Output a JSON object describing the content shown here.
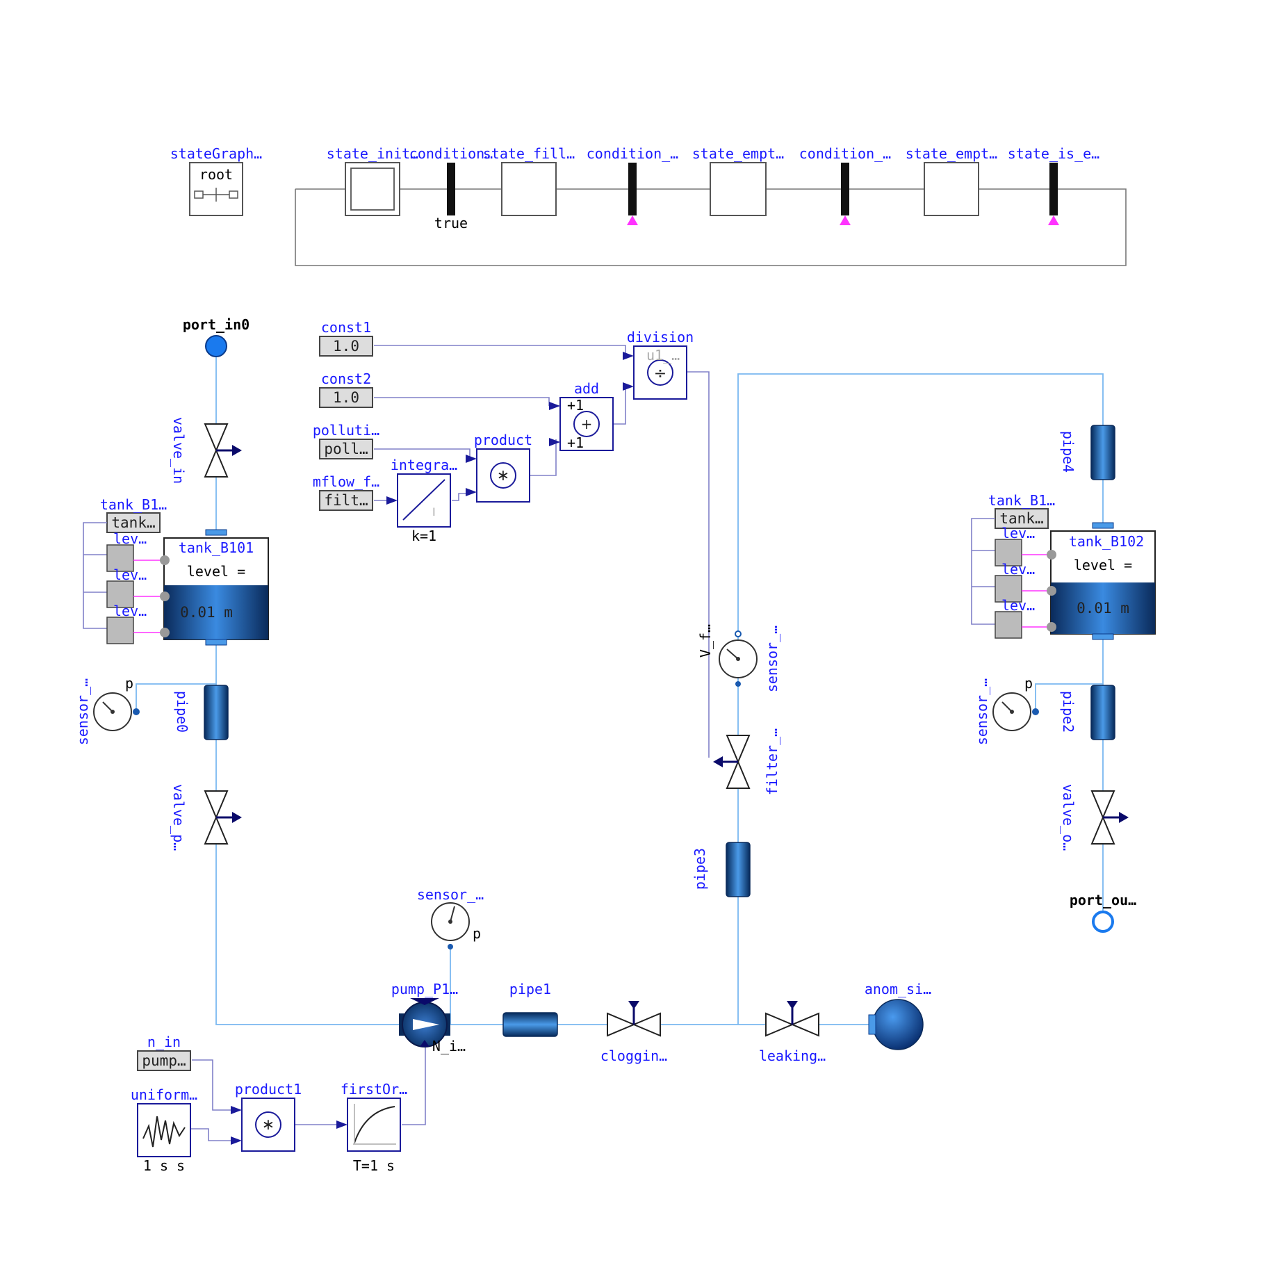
{
  "state_graph": {
    "root_label": "stateGraph…",
    "root_text": "root",
    "state_init": "state_init…",
    "condition1": "condition…",
    "condition1_value": "true",
    "state_fill": "state_fill…",
    "condition2": "condition_…",
    "state_empt1": "state_empt…",
    "condition3": "condition_…",
    "state_empt2": "state_empt…",
    "state_is_e": "state_is_e…"
  },
  "signals": {
    "const1": "const1",
    "const1_value": "1.0",
    "const2": "const2",
    "const2_value": "1.0",
    "pollution": "polluti…",
    "pollution_value": "poll…",
    "mflow": "mflow_f…",
    "mflow_value": "filt…",
    "integrator": "integra…",
    "integrator_k": "k=1",
    "product": "product",
    "add": "add",
    "add_plus1": "+1",
    "add_plus2": "+1",
    "division": "division",
    "division_u1": "u1_…",
    "n_in": "n_in",
    "n_in_value": "pump…",
    "uniform": "uniform…",
    "uniform_param": "1 s s",
    "product1": "product1",
    "firstOrder": "firstOr…",
    "firstOrder_T": "T=1 s"
  },
  "left_branch": {
    "port_in": "port_in0",
    "valve_in": "valve_in",
    "tank_sensor_label": "tank_B1…",
    "tank_sensor_value": "tank…",
    "level_sensor": "lev…",
    "tank_name": "tank_B101",
    "tank_level": "level =",
    "tank_value": "0.01 m",
    "pressure_sensor": "sensor_…",
    "pipe0": "pipe0",
    "valve_p": "valve_p…"
  },
  "right_branch": {
    "pipe4": "pipe4",
    "tank_sensor_label": "tank_B1…",
    "tank_sensor_value": "tank…",
    "level_sensor": "lev…",
    "tank_name": "tank_B102",
    "tank_level": "level =",
    "tank_value": "0.01 m",
    "pressure_sensor": "sensor_…",
    "pipe2": "pipe2",
    "valve_o": "valve_o…",
    "port_out": "port_ou…"
  },
  "middle": {
    "flow_sensor": "sensor_…",
    "flow_sensor_v": "V_f…",
    "filter": "filter_…",
    "pipe3": "pipe3",
    "pump_sensor": "sensor_…",
    "pump": "pump_P1…",
    "pump_n": "N_i…",
    "pipe1": "pipe1",
    "clogging": "cloggin…",
    "leaking": "leaking…",
    "anom": "anom_si…",
    "p_label": "p"
  },
  "colors": {
    "label_blue": "#1a1aff",
    "flow_line": "#7ab8f0",
    "signal_line": "#8080c8",
    "fluid_dark": "#0a2a5a",
    "fluid_light": "#3a8ae0",
    "magenta": "#ff33ff"
  }
}
